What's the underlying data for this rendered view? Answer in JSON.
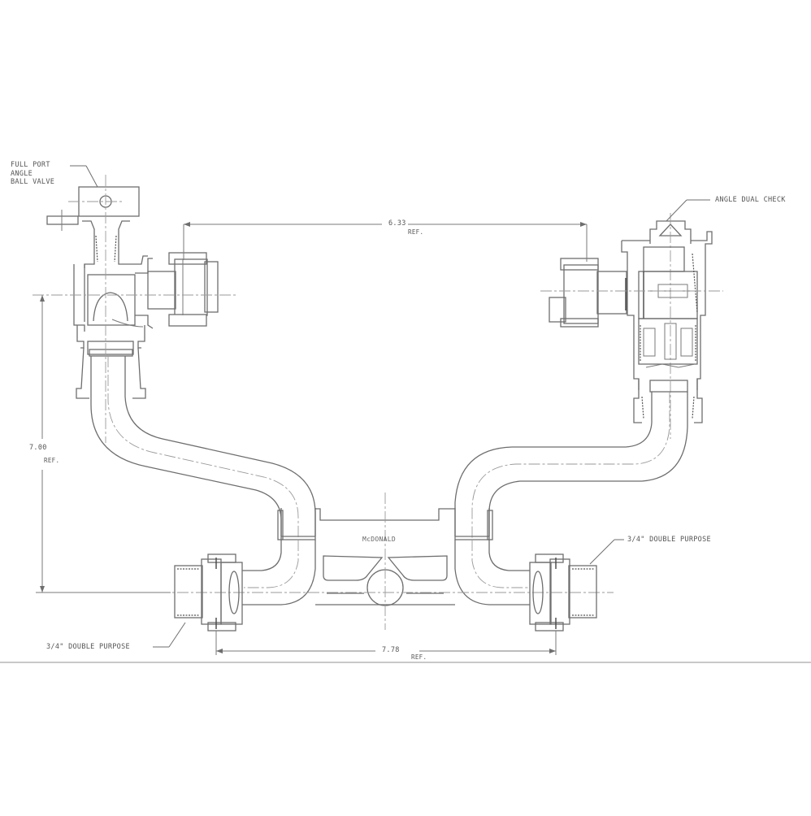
{
  "drawing": {
    "subject": "Meter setter / yoke assembly technical drawing",
    "brand_mark": "McDONALD",
    "callouts": {
      "ball_valve": {
        "line1": "FULL PORT",
        "line2": "ANGLE",
        "line3": "BALL VALVE"
      },
      "dual_check": "ANGLE DUAL CHECK",
      "outlet_right": "3/4\" DOUBLE PURPOSE",
      "inlet_left": "3/4\" DOUBLE PURPOSE"
    },
    "dimensions": {
      "top_span": {
        "value": "6.33",
        "note": "REF."
      },
      "height": {
        "value": "7.00",
        "note": "REF."
      },
      "bottom_span": {
        "value": "7.78",
        "note": "REF."
      }
    },
    "colors": {
      "line": "#6e6e6e",
      "centerline": "#9a9a9a",
      "background": "#ffffff"
    }
  }
}
